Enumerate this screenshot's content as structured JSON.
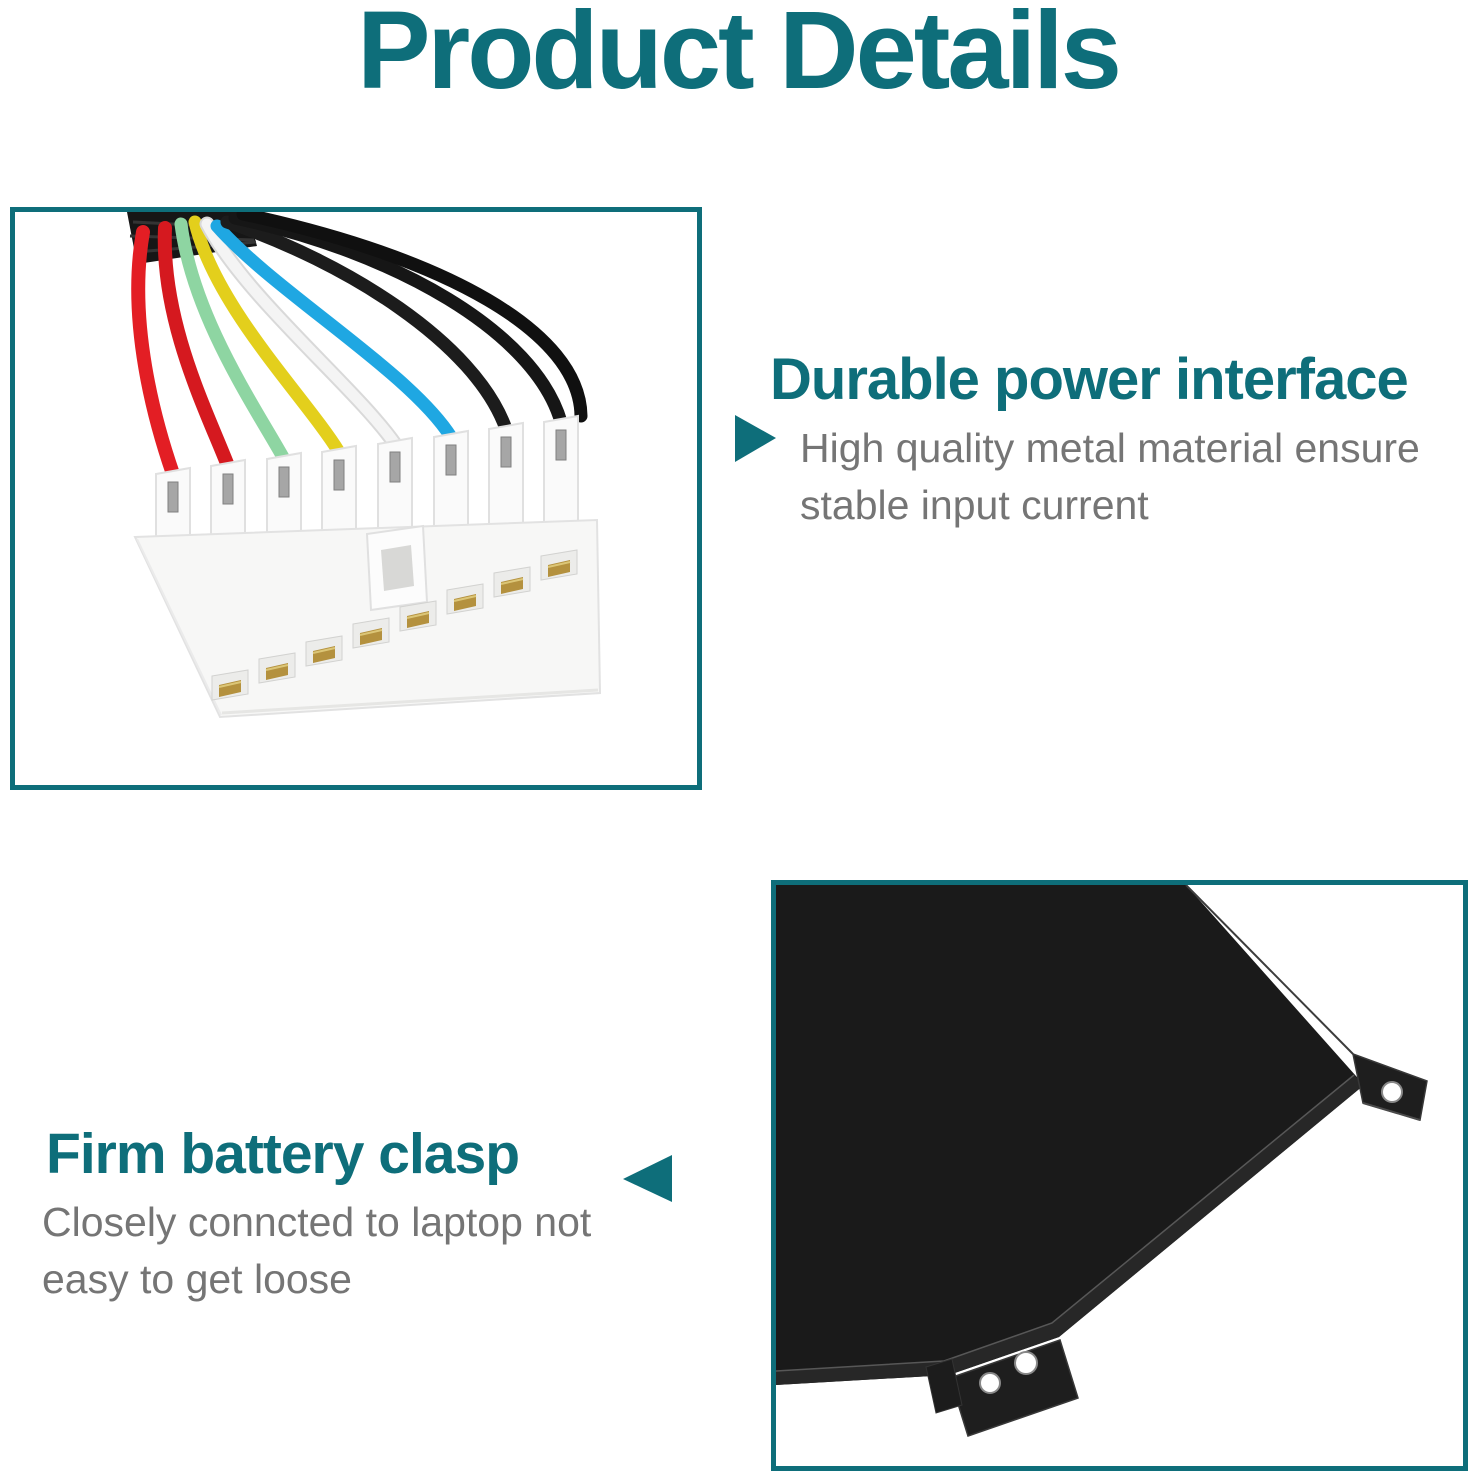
{
  "page": {
    "title": "Product Details"
  },
  "colors": {
    "accent": "#0e6e7a",
    "frame_border": "#0e6e7a",
    "body_text": "#757575",
    "background": "#ffffff"
  },
  "features": [
    {
      "heading": "Durable power interface",
      "body": [
        "High quality metal material ensure",
        "stable input current"
      ],
      "arrow_direction": "right"
    },
    {
      "heading": "Firm battery clasp",
      "body": [
        "Closely conncted to laptop not",
        "easy to get loose"
      ],
      "arrow_direction": "left"
    }
  ],
  "photos": {
    "connector": {
      "name": "power-connector-photo",
      "wires": [
        {
          "name": "red",
          "color": "#e31e24"
        },
        {
          "name": "red",
          "color": "#d5191f"
        },
        {
          "name": "green",
          "color": "#8ed5a2"
        },
        {
          "name": "yellow",
          "color": "#e3cf1c"
        },
        {
          "name": "white",
          "color": "#f4f4f4"
        },
        {
          "name": "blue",
          "color": "#1fa7e2"
        },
        {
          "name": "black",
          "color": "#1c1c1c"
        },
        {
          "name": "black",
          "color": "#161616"
        },
        {
          "name": "black",
          "color": "#101010"
        }
      ]
    },
    "battery": {
      "name": "battery-corner-photo",
      "plate_color": "#1a1a1a"
    }
  }
}
